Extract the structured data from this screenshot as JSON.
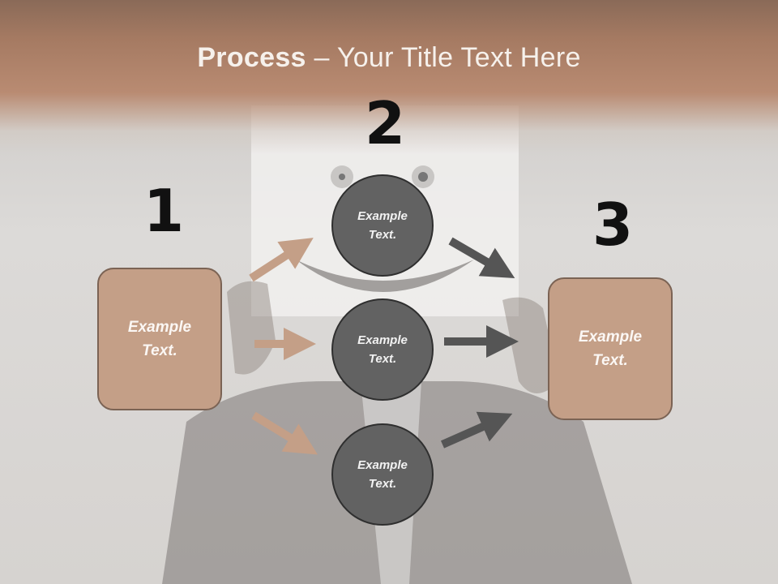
{
  "title": {
    "bold": "Process",
    "rest": " – Your Title Text Here"
  },
  "steps": {
    "one": "1",
    "two": "2",
    "three": "3"
  },
  "boxes": {
    "left": "Example Text.",
    "right": "Example Text."
  },
  "circles": {
    "top": "Example Text.",
    "middle": "Example Text.",
    "bottom": "Example Text."
  },
  "colors": {
    "box_fill": "#c49f87",
    "circle_fill": "#626262",
    "left_arrow": "#c49f87",
    "right_arrow": "#555555"
  }
}
